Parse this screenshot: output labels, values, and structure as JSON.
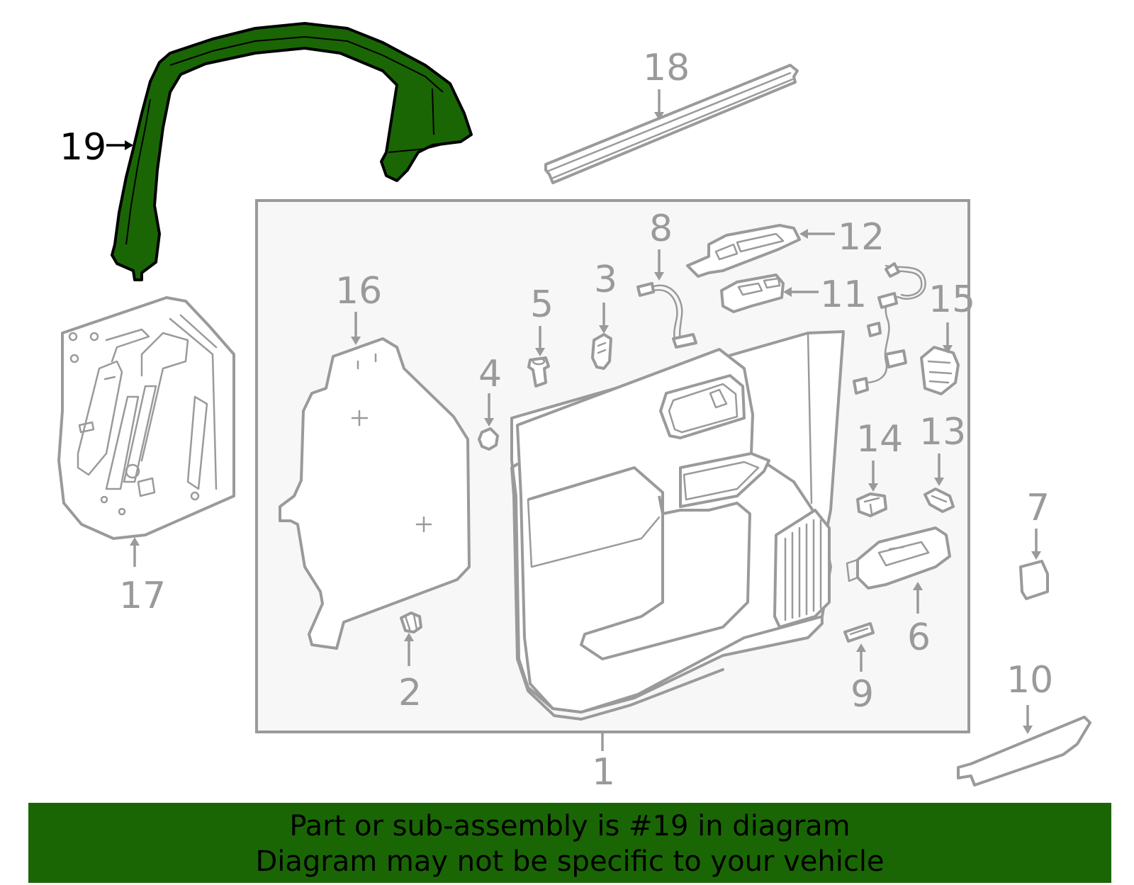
{
  "callouts": {
    "c1": "1",
    "c2": "2",
    "c3": "3",
    "c4": "4",
    "c5": "5",
    "c6": "6",
    "c7": "7",
    "c8": "8",
    "c9": "9",
    "c10": "10",
    "c11": "11",
    "c12": "12",
    "c13": "13",
    "c14": "14",
    "c15": "15",
    "c16": "16",
    "c17": "17",
    "c18": "18",
    "c19": "19"
  },
  "highlighted_part": "19",
  "colors": {
    "highlight_fill": "#1a6605",
    "banner_bg": "#1a6605",
    "line_gray": "#9a9a9a",
    "panel_bg": "#f7f7f7"
  },
  "banner": {
    "line1": "Part or sub-assembly is #19 in diagram",
    "line2": "Diagram may not be specific to your vehicle"
  }
}
